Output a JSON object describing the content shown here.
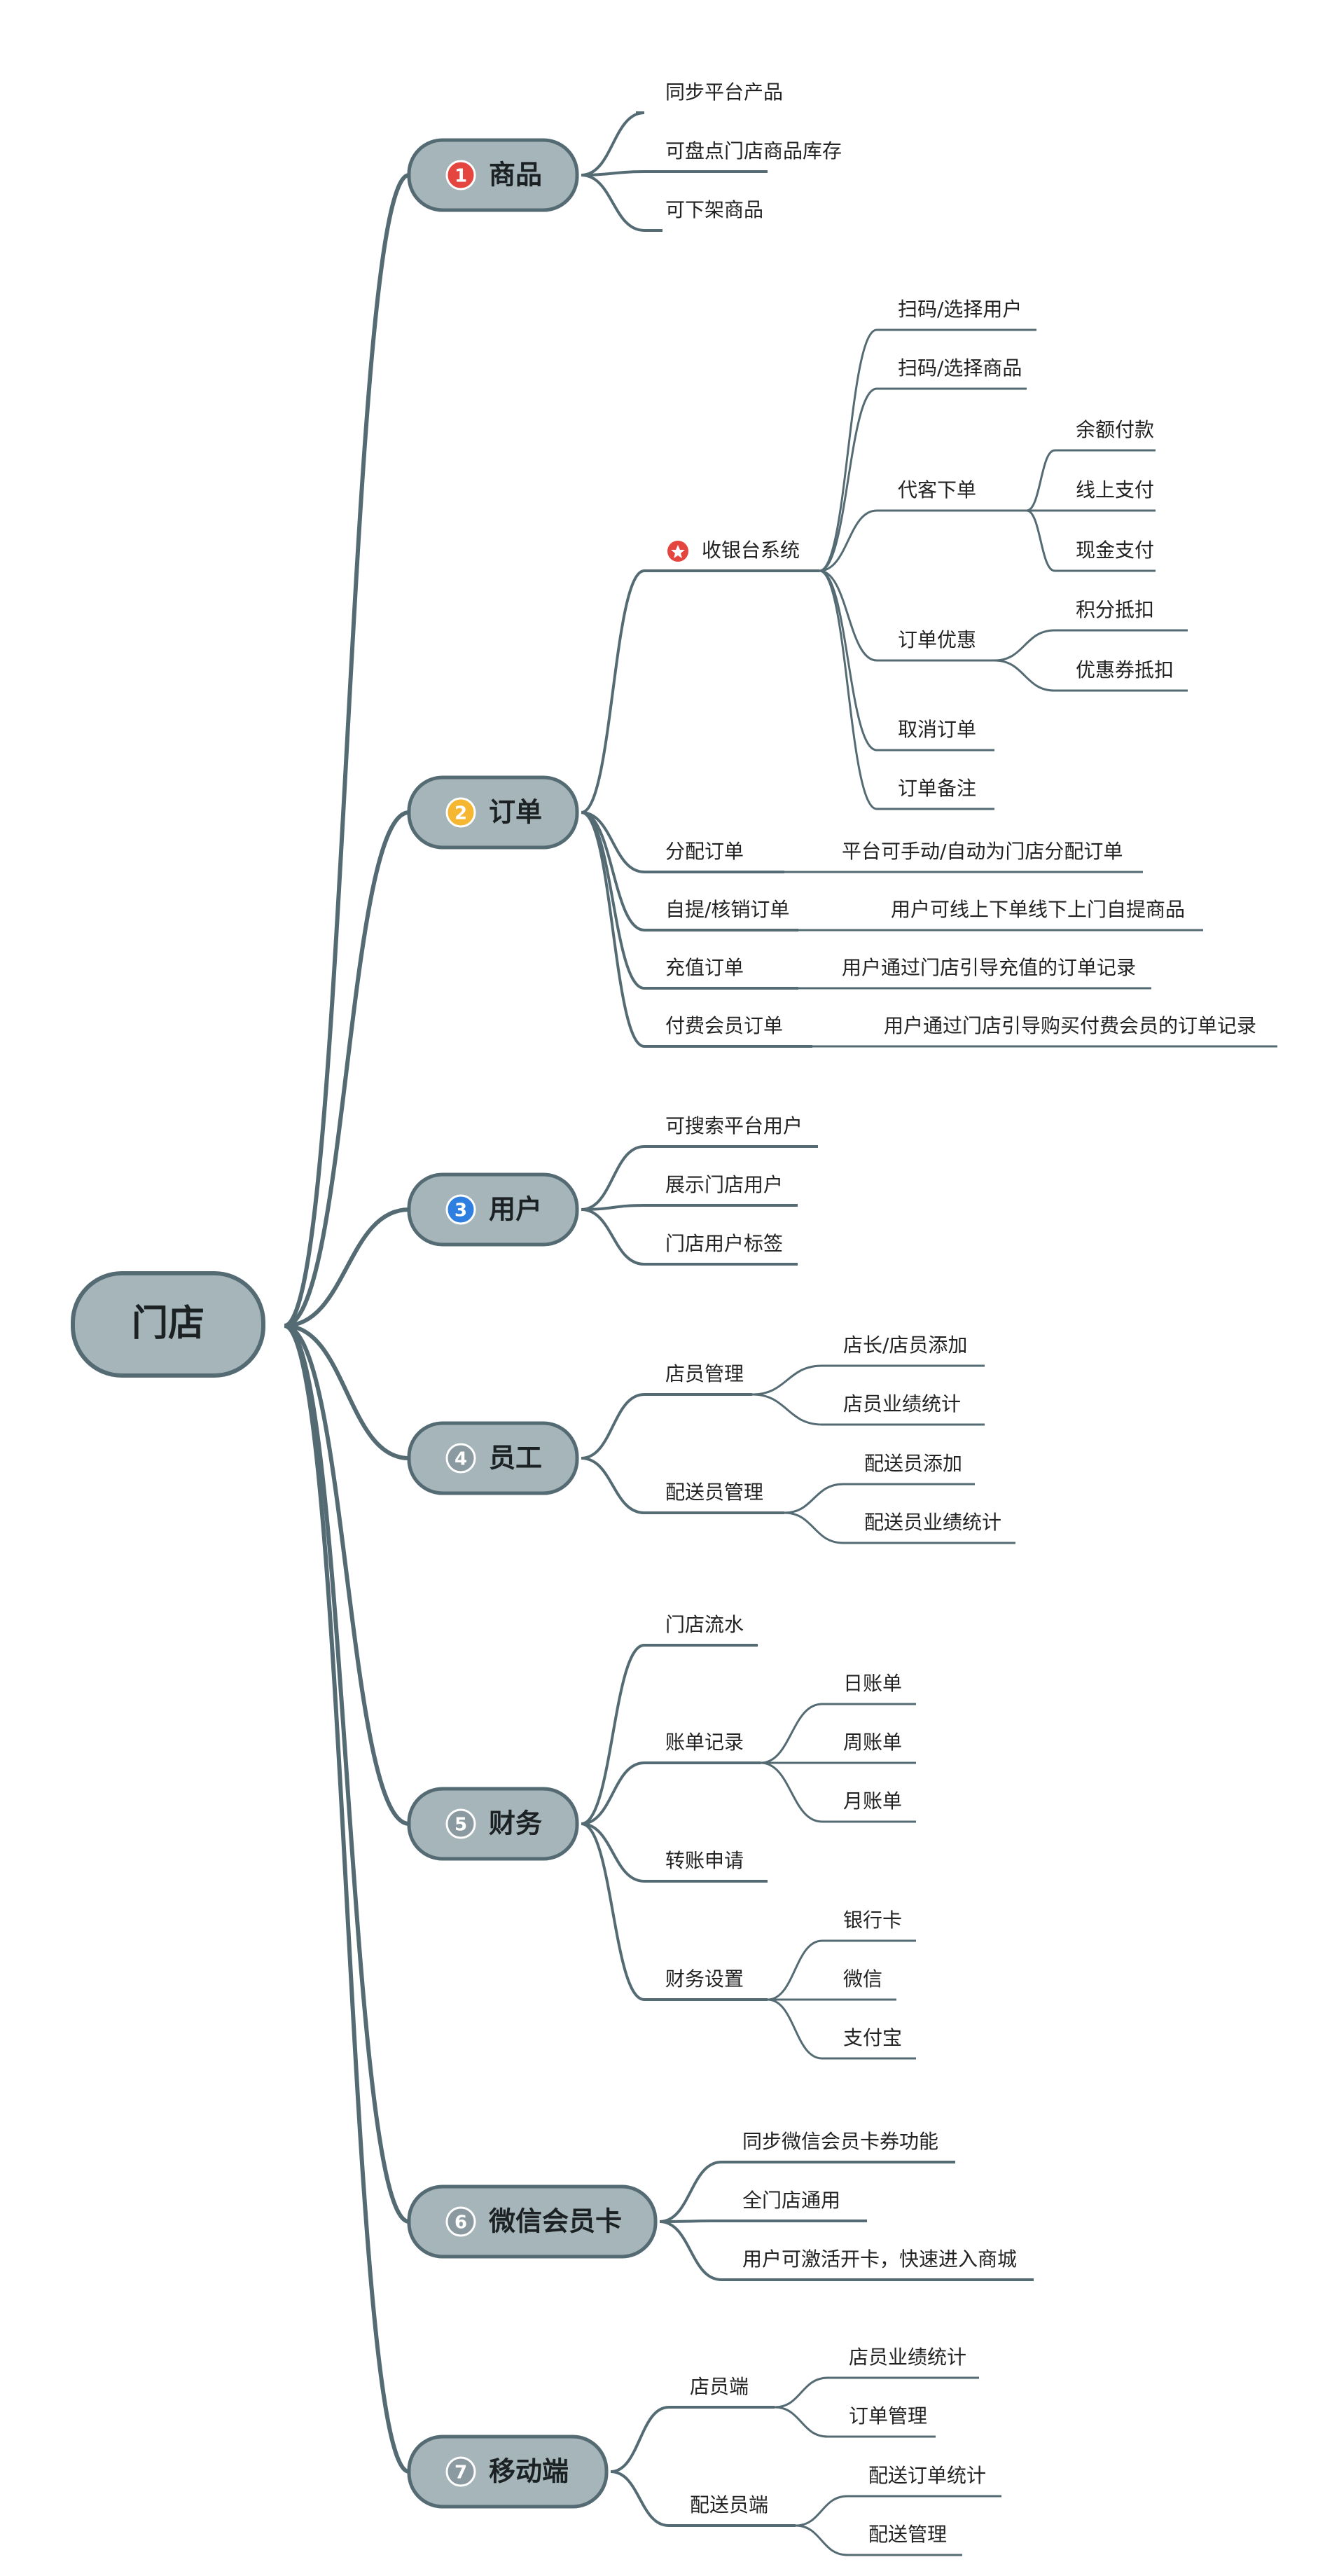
{
  "root": {
    "label": "门店"
  },
  "colors": {
    "line": "#556b73",
    "node_fill": "#a5b5b9",
    "node_stroke": "#556b73",
    "badge_red": "#e5453f",
    "badge_yellow": "#f5b731",
    "badge_blue": "#2f7fe0",
    "badge_gray": "#8b9aa0"
  },
  "branches": [
    {
      "number": "1",
      "label": "商品",
      "badge": "badge_red",
      "children": [
        {
          "label": "同步平台产品"
        },
        {
          "label": "可盘点门店商品库存"
        },
        {
          "label": "可下架商品"
        }
      ]
    },
    {
      "number": "2",
      "label": "订单",
      "badge": "badge_yellow",
      "children": [
        {
          "label": "收银台系统",
          "icon": "star-icon",
          "children": [
            {
              "label": "扫码/选择用户"
            },
            {
              "label": "扫码/选择商品"
            },
            {
              "label": "代客下单",
              "children": [
                {
                  "label": "余额付款"
                },
                {
                  "label": "线上支付"
                },
                {
                  "label": "现金支付"
                }
              ]
            },
            {
              "label": "订单优惠",
              "children": [
                {
                  "label": "积分抵扣"
                },
                {
                  "label": "优惠券抵扣"
                }
              ]
            },
            {
              "label": "取消订单"
            },
            {
              "label": "订单备注"
            }
          ]
        },
        {
          "label": "分配订单",
          "children": [
            {
              "label": "平台可手动/自动为门店分配订单"
            }
          ]
        },
        {
          "label": "自提/核销订单",
          "children": [
            {
              "label": "用户可线上下单线下上门自提商品"
            }
          ]
        },
        {
          "label": "充值订单",
          "children": [
            {
              "label": "用户通过门店引导充值的订单记录"
            }
          ]
        },
        {
          "label": "付费会员订单",
          "children": [
            {
              "label": "用户通过门店引导购买付费会员的订单记录"
            }
          ]
        }
      ]
    },
    {
      "number": "3",
      "label": "用户",
      "badge": "badge_blue",
      "children": [
        {
          "label": "可搜索平台用户"
        },
        {
          "label": "展示门店用户"
        },
        {
          "label": "门店用户标签"
        }
      ]
    },
    {
      "number": "4",
      "label": "员工",
      "badge": "badge_gray",
      "children": [
        {
          "label": "店员管理",
          "children": [
            {
              "label": "店长/店员添加"
            },
            {
              "label": "店员业绩统计"
            }
          ]
        },
        {
          "label": "配送员管理",
          "children": [
            {
              "label": "配送员添加"
            },
            {
              "label": "配送员业绩统计"
            }
          ]
        }
      ]
    },
    {
      "number": "5",
      "label": "财务",
      "badge": "badge_gray",
      "children": [
        {
          "label": "门店流水"
        },
        {
          "label": "账单记录",
          "children": [
            {
              "label": "日账单"
            },
            {
              "label": "周账单"
            },
            {
              "label": "月账单"
            }
          ]
        },
        {
          "label": "转账申请"
        },
        {
          "label": "财务设置",
          "children": [
            {
              "label": "银行卡"
            },
            {
              "label": "微信"
            },
            {
              "label": "支付宝"
            }
          ]
        }
      ]
    },
    {
      "number": "6",
      "label": "微信会员卡",
      "badge": "badge_gray",
      "children": [
        {
          "label": "同步微信会员卡券功能"
        },
        {
          "label": "全门店通用"
        },
        {
          "label": "用户可激活开卡，快速进入商城"
        }
      ]
    },
    {
      "number": "7",
      "label": "移动端",
      "badge": "badge_gray",
      "children": [
        {
          "label": "店员端",
          "children": [
            {
              "label": "店员业绩统计"
            },
            {
              "label": "订单管理"
            }
          ]
        },
        {
          "label": "配送员端",
          "children": [
            {
              "label": "配送订单统计"
            },
            {
              "label": "配送管理"
            }
          ]
        }
      ]
    }
  ]
}
